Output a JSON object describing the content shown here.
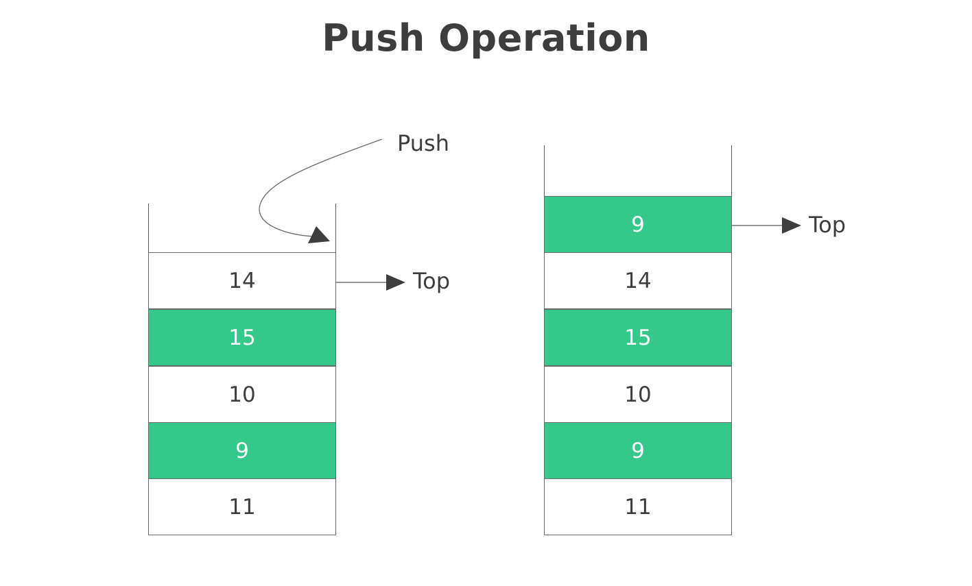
{
  "title": "Push Operation",
  "colors": {
    "accent": "#34c88a",
    "text": "#3d3d3d",
    "line": "#5a5a5a"
  },
  "push_label": "Push",
  "before": {
    "top_label": "Top",
    "cells": [
      {
        "value": "14",
        "highlight": false
      },
      {
        "value": "15",
        "highlight": true
      },
      {
        "value": "10",
        "highlight": false
      },
      {
        "value": "9",
        "highlight": true
      },
      {
        "value": "11",
        "highlight": false
      }
    ]
  },
  "after": {
    "top_label": "Top",
    "cells": [
      {
        "value": "9",
        "highlight": true
      },
      {
        "value": "14",
        "highlight": false
      },
      {
        "value": "15",
        "highlight": true
      },
      {
        "value": "10",
        "highlight": false
      },
      {
        "value": "9",
        "highlight": true
      },
      {
        "value": "11",
        "highlight": false
      }
    ]
  }
}
